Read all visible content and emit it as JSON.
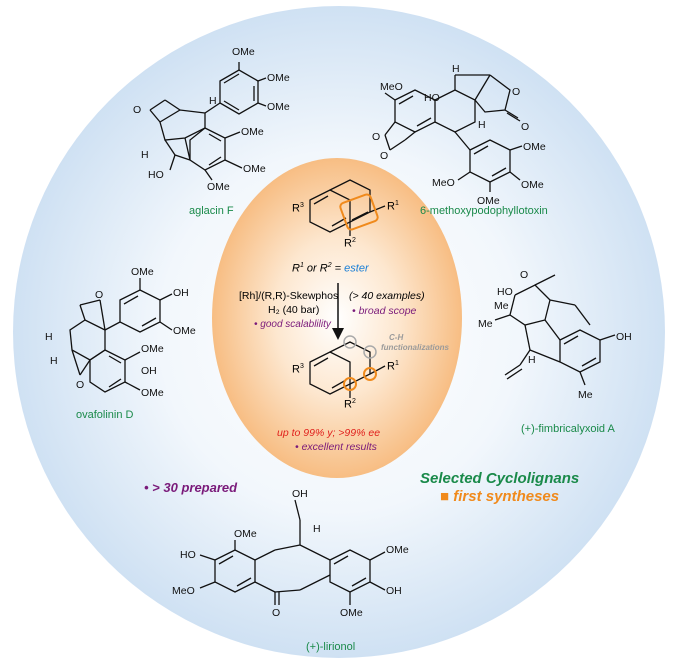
{
  "molecules": {
    "aglacin_f": "aglacin F",
    "methoxypodophyllotoxin": "6-methoxypodophyllotoxin",
    "ovafolinin_d": "ovafolinin D",
    "fimbricalyxoid_a": "(+)-fimbricalyxoid A",
    "lirionol": "(+)-lirionol"
  },
  "atoms": {
    "ome": "OMe",
    "meo": "MeO",
    "oh": "OH",
    "ho": "HO",
    "h": "H",
    "me": "Me",
    "o": "O",
    "r1": "R",
    "r2": "R",
    "r3": "R",
    "sup1": "1",
    "sup2": "2",
    "sup3": "3"
  },
  "center": {
    "substrate_condition_prefix": "R",
    "substrate_condition_mid": " or R",
    "substrate_condition_eq": " = ",
    "substrate_condition_ester": "ester",
    "catalyst_line1": "[Rh]/(R,R)-Skewphos",
    "catalyst_line2": "H₂ (40 bar)",
    "scalability": "• good scalablility",
    "examples": "(> 40 examples)",
    "scope": "• broad scope",
    "ch_line1": "C-H",
    "ch_line2": "functionalizations",
    "yield": "up to 99% y; >99% ee",
    "results": "• excellent results"
  },
  "legend": {
    "prepared": "• > 30 prepared",
    "selected": "Selected Cyclolignans",
    "first_syntheses": "■ first syntheses"
  },
  "colors": {
    "accent_orange": "#f08a1c",
    "green": "#1a8a4a",
    "purple": "#7a1a7a",
    "red": "#e0201c",
    "blue": "#1a7fd6",
    "circle_blue": "#d6e6f6"
  }
}
